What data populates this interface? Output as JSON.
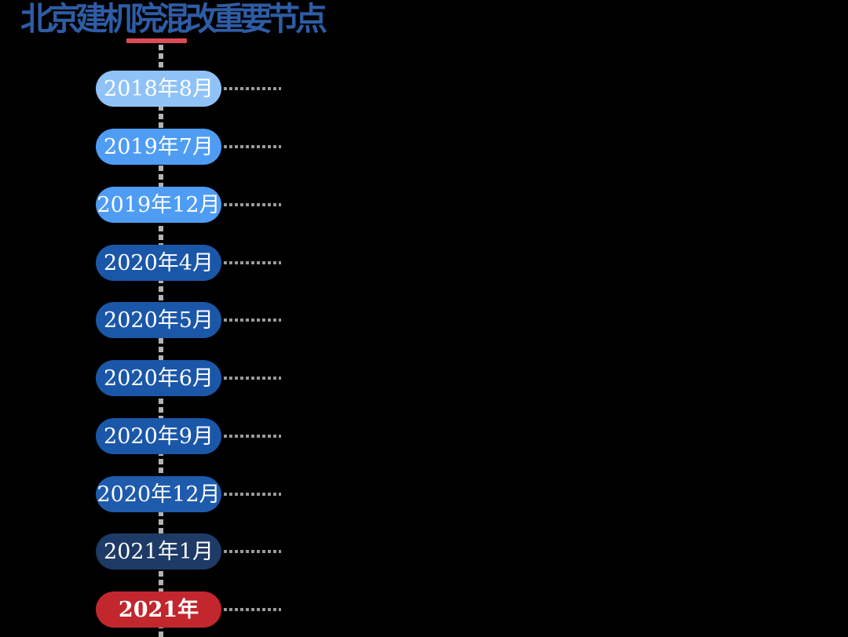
{
  "page": {
    "background_color": "#000000"
  },
  "header": {
    "title": "北京建机院混改重要节点",
    "title_color": "#2E5CA5",
    "underline_color": "#E04A58"
  },
  "timeline": {
    "spine_color": "#b3b3b3",
    "connector_color": "#9a9a9a",
    "items": [
      {
        "label": "2018年8月",
        "color": "#8FC3F8",
        "text_color": "#FFFFFF",
        "weight": "normal"
      },
      {
        "label": "2019年7月",
        "color": "#4F9CF5",
        "text_color": "#FFFFFF",
        "weight": "normal"
      },
      {
        "label": "2019年12月",
        "color": "#4F9CF5",
        "text_color": "#FFFFFF",
        "weight": "normal"
      },
      {
        "label": "2020年4月",
        "color": "#1B57A9",
        "text_color": "#FFFFFF",
        "weight": "normal"
      },
      {
        "label": "2020年5月",
        "color": "#1B57A9",
        "text_color": "#FFFFFF",
        "weight": "normal"
      },
      {
        "label": "2020年6月",
        "color": "#1B57A9",
        "text_color": "#FFFFFF",
        "weight": "normal"
      },
      {
        "label": "2020年9月",
        "color": "#1B57A9",
        "text_color": "#FFFFFF",
        "weight": "normal"
      },
      {
        "label": "2020年12月",
        "color": "#1E5BAD",
        "text_color": "#FFFFFF",
        "weight": "normal"
      },
      {
        "label": "2021年1月",
        "color": "#1E3A66",
        "text_color": "#FFFFFF",
        "weight": "normal"
      },
      {
        "label": "2021年",
        "color": "#C2272E",
        "text_color": "#FFFFFF",
        "weight": "bold"
      }
    ]
  }
}
